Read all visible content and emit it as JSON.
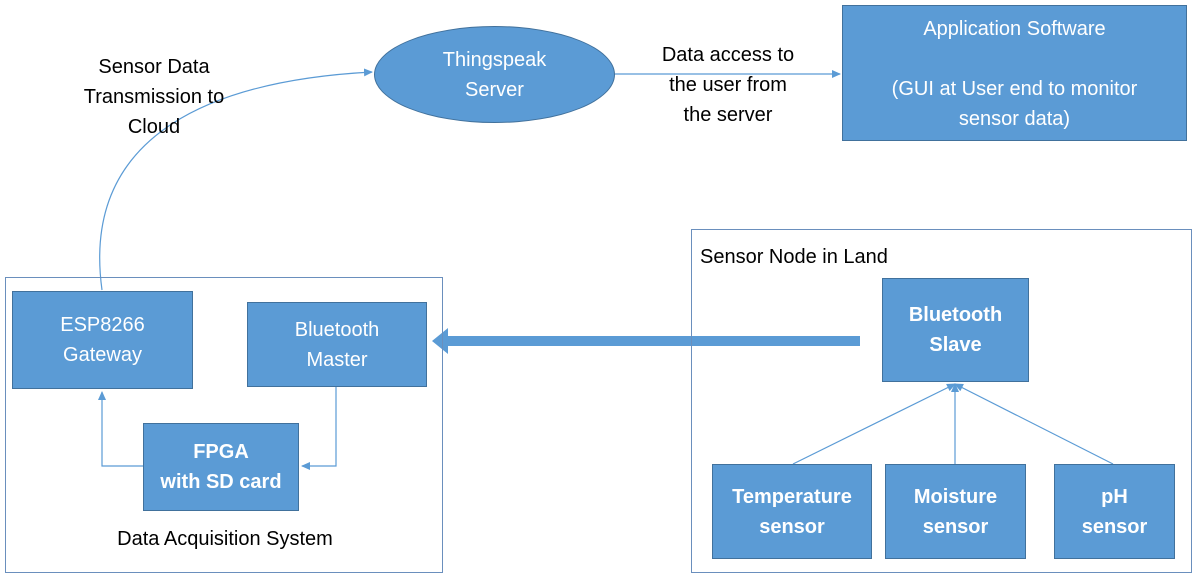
{
  "colors": {
    "box_fill": "#5b9bd5",
    "box_border": "#41719c",
    "connector": "#5b9bd5",
    "frame": "#6a8fbd"
  },
  "server": {
    "line1": "Thingspeak",
    "line2": "Server"
  },
  "app": {
    "title": "Application Software",
    "desc_line1": "(GUI at User end to monitor",
    "desc_line2": "sensor data)"
  },
  "labels": {
    "cloud_line1": "Sensor Data",
    "cloud_line2": "Transmission to",
    "cloud_line3": "Cloud",
    "access_line1": "Data access to",
    "access_line2": "the user from",
    "access_line3": "the server"
  },
  "das": {
    "title": "Data Acquisition System",
    "esp_line1": "ESP8266",
    "esp_line2": "Gateway",
    "bt_master_line1": "Bluetooth",
    "bt_master_line2": "Master",
    "fpga_line1": "FPGA",
    "fpga_line2": "with SD card"
  },
  "node": {
    "title": "Sensor Node in Land",
    "bt_slave_line1": "Bluetooth",
    "bt_slave_line2": "Slave",
    "temp_line1": "Temperature",
    "temp_line2": "sensor",
    "moist_line1": "Moisture",
    "moist_line2": "sensor",
    "ph_line1": "pH",
    "ph_line2": "sensor"
  }
}
